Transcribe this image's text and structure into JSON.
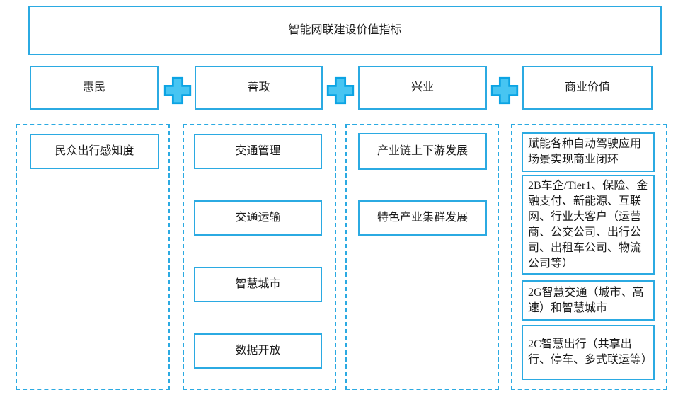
{
  "title": "智能网联建设价值指标",
  "colors": {
    "accent": "#2BAAE2",
    "plus_fill": "#47C5F2",
    "plus_stroke": "#0BA3E3",
    "text": "#1A1A1A"
  },
  "columns": [
    {
      "header": "惠民",
      "items": [
        "民众出行感知度"
      ]
    },
    {
      "header": "善政",
      "items": [
        "交通管理",
        "交通运输",
        "智慧城市",
        "数据开放"
      ]
    },
    {
      "header": "兴业",
      "items": [
        "产业链上下游发展",
        "特色产业集群发展"
      ]
    },
    {
      "header": "商业价值",
      "items": [
        "赋能各种自动驾驶应用场景实现商业闭环",
        "2B车企/Tier1、保险、金融支付、新能源、互联网、行业大客户（运营商、公交公司、出行公司、出租车公司、物流公司等）",
        "2G智慧交通（城市、高速）和智慧城市",
        "2C智慧出行（共享出行、停车、多式联运等）"
      ]
    }
  ]
}
